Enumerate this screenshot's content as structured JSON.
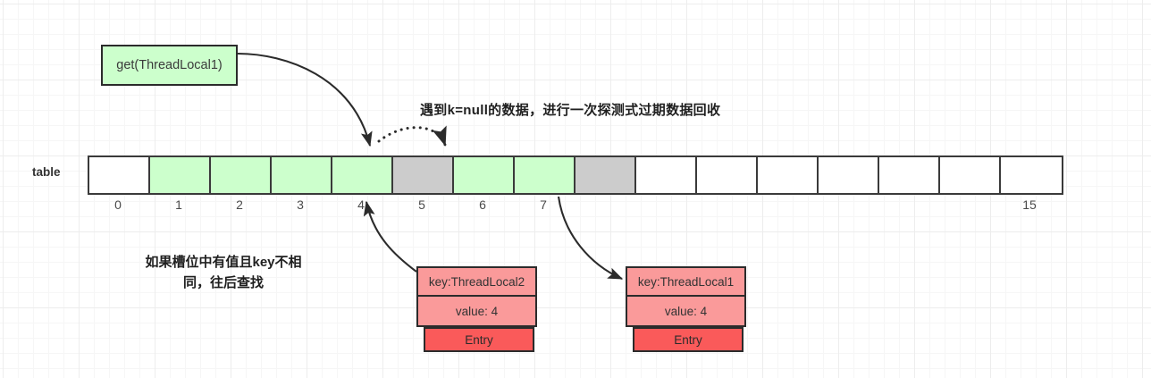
{
  "diagram": {
    "title_note_top": "遇到k=null的数据，进行一次探测式过期数据回收",
    "note_left_line1": "如果槽位中有值且key不相",
    "note_left_line2": "同，往后查找",
    "get_box_label": "get(ThreadLocal1)",
    "table_label": "table"
  },
  "colors": {
    "green_slot": "#ccffcc",
    "gray_slot": "#cccccc",
    "white_slot": "#ffffff",
    "entry_fill": "#fa9a9a",
    "entry_tag_fill": "#fa5a5a",
    "stroke": "#3a3a3a",
    "grid": "#ededed"
  },
  "table": {
    "size": 16,
    "slots": [
      {
        "index": 0,
        "state": "white"
      },
      {
        "index": 1,
        "state": "green"
      },
      {
        "index": 2,
        "state": "green"
      },
      {
        "index": 3,
        "state": "green"
      },
      {
        "index": 4,
        "state": "green"
      },
      {
        "index": 5,
        "state": "gray"
      },
      {
        "index": 6,
        "state": "green"
      },
      {
        "index": 7,
        "state": "green"
      },
      {
        "index": 8,
        "state": "gray"
      },
      {
        "index": 9,
        "state": "white"
      },
      {
        "index": 10,
        "state": "white"
      },
      {
        "index": 11,
        "state": "white"
      },
      {
        "index": 12,
        "state": "white"
      },
      {
        "index": 13,
        "state": "white"
      },
      {
        "index": 14,
        "state": "white"
      },
      {
        "index": 15,
        "state": "white"
      }
    ],
    "visible_index_labels": [
      "0",
      "1",
      "2",
      "3",
      "4",
      "5",
      "6",
      "7",
      "15"
    ]
  },
  "entries": [
    {
      "id": "entry-2",
      "key_label": "key:ThreadLocal2",
      "value_label": "value: 4",
      "tag_label": "Entry",
      "points_to_slot": 4
    },
    {
      "id": "entry-1",
      "key_label": "key:ThreadLocal1",
      "value_label": "value: 4",
      "tag_label": "Entry",
      "points_from_slot": 7
    }
  ],
  "arrows": [
    {
      "name": "get-to-slot4",
      "style": "solid",
      "from": "get(ThreadLocal1)",
      "to": "slot 4"
    },
    {
      "name": "slot4-to-slot5-probe",
      "style": "dotted",
      "from": "slot 4",
      "to": "slot 5"
    },
    {
      "name": "entry2-to-slot4",
      "style": "solid",
      "from": "key:ThreadLocal2 Entry",
      "to": "slot 4"
    },
    {
      "name": "slot7-to-entry1",
      "style": "solid",
      "from": "slot 7",
      "to": "key:ThreadLocal1 Entry"
    }
  ]
}
